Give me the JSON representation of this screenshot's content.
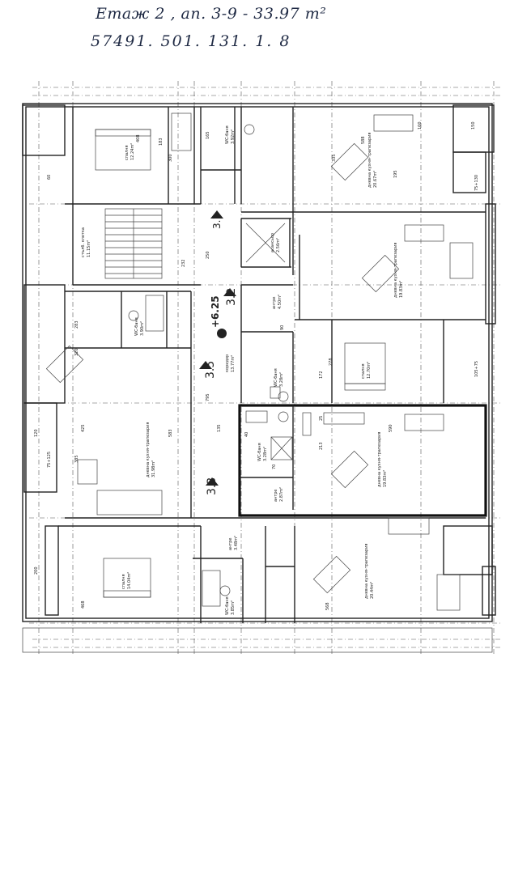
{
  "annotations": {
    "line1": "Етаж 2 , ап. 3-9  - 33.97 m²",
    "line2": "57491. 501. 131. 1. 8"
  },
  "level_markers": {
    "elevation": "+6.25",
    "axis_3_1": "3.1",
    "axis_3_2": "3.2",
    "axis_3_3": "3.3",
    "axis_3_5": "3.5"
  },
  "rooms": {
    "bedroom_top": {
      "name": "спалня",
      "area": "12.24m²"
    },
    "bath_top": {
      "name": "WC-баня",
      "area": "3.92m²"
    },
    "dining_top_right": {
      "name": "дневна кухня-трапезария",
      "area": "20.67m²"
    },
    "stairwell": {
      "name": "стълб. клетка",
      "area": "11.15m²"
    },
    "shaft": {
      "name": "асансьор",
      "area": "2.56m²"
    },
    "dining_mid_right": {
      "name": "дневна кухня-трапезария",
      "area": "19.83m²"
    },
    "bath_left": {
      "name": "WC-баня",
      "area": "3.90m²"
    },
    "storage_mid": {
      "name": "антре",
      "area": "4.50m²"
    },
    "corridor": {
      "name": "коридор",
      "area": "13.77m²"
    },
    "bedroom_right": {
      "name": "спалня",
      "area": "12.70m²"
    },
    "bath_mid": {
      "name": "WC-баня",
      "area": "3.28m²"
    },
    "living_left": {
      "name": "дневна кухня-трапезария",
      "area": "31.98m²"
    },
    "bath_highlight": {
      "name": "WC-баня",
      "area": "3.28m²"
    },
    "entry_highlight": {
      "name": "антре",
      "area": "2.87m²"
    },
    "dining_highlight": {
      "name": "дневна кухня-трапезария",
      "area": "19.83m²"
    },
    "entry_low": {
      "name": "антре",
      "area": "3.48m²"
    },
    "bedroom_bottom": {
      "name": "спалня",
      "area": "14.04m²"
    },
    "bath_bottom": {
      "name": "WC-баня",
      "area": "3.85m²"
    },
    "dining_bottom_right": {
      "name": "дневна кухня-трапезария",
      "area": "20.44m²"
    }
  },
  "dimensions": {
    "d408": "408",
    "d183": "183",
    "d300": "300",
    "d165": "165",
    "d60": "60",
    "d250": "250",
    "d232": "232",
    "d283": "283",
    "d320": "320",
    "d425": "425",
    "d795": "795",
    "d135": "135",
    "d385": "385",
    "d583": "583",
    "d468": "468",
    "d568": "568",
    "d588": "588",
    "d335": "335",
    "d195": "195",
    "d150": "150",
    "d100": "100",
    "d590": "590",
    "d213": "213",
    "d172": "172",
    "d278": "278",
    "d120": "120",
    "d200": "200",
    "d75_125": "75+125",
    "d75_130": "75+130",
    "d105_75": "105+75",
    "d90": "90",
    "d70": "70",
    "d25": "25",
    "d40": "40"
  },
  "colors": {
    "ink": "#222222",
    "highlight": "#111111",
    "handwriting": "#1f2a44"
  }
}
